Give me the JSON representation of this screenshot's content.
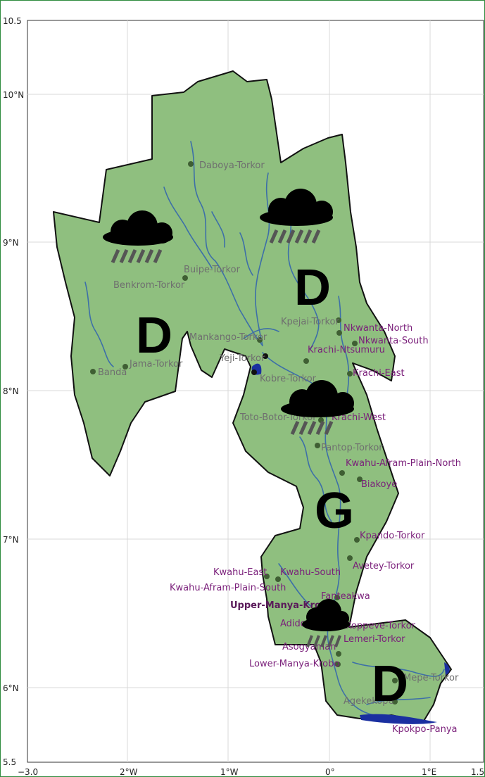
{
  "map": {
    "y_ticks": [
      "10.5",
      "10°N",
      "9°N",
      "8°N",
      "7°N",
      "6°N",
      "5.5"
    ],
    "x_ticks": [
      "−3.0",
      "2°W",
      "1°W",
      "0°",
      "1°E",
      "1.5"
    ],
    "zone_labels": [
      "D",
      "D",
      "G",
      "D"
    ],
    "places": [
      {
        "name": "Daboya-Torkor",
        "style": "gray"
      },
      {
        "name": "Buipe-Torkor",
        "style": "gray"
      },
      {
        "name": "Benkrom-Torkor",
        "style": "gray"
      },
      {
        "name": "Mankango-Torkor",
        "style": "gray"
      },
      {
        "name": "Yeji-Torkor",
        "style": "gray"
      },
      {
        "name": "Jama-Torkor",
        "style": "gray"
      },
      {
        "name": "Banda",
        "style": "gray"
      },
      {
        "name": "Kpejai-Torkor",
        "style": "gray"
      },
      {
        "name": "Nkwanta-North",
        "style": "purple"
      },
      {
        "name": "Nkwanta-South",
        "style": "purple"
      },
      {
        "name": "Krachi-Ntsumuru",
        "style": "purple"
      },
      {
        "name": "Krachi-East",
        "style": "purple"
      },
      {
        "name": "Kobre-Torkor",
        "style": "gray"
      },
      {
        "name": "Toto-Botor-Torkor",
        "style": "gray"
      },
      {
        "name": "Krachi-West",
        "style": "purple"
      },
      {
        "name": "Pantop-Torkor",
        "style": "gray"
      },
      {
        "name": "Kwahu-Afram-Plain-North",
        "style": "purple"
      },
      {
        "name": "Biakoye",
        "style": "purple"
      },
      {
        "name": "Kpando-Torkor",
        "style": "purple"
      },
      {
        "name": "Avetey-Torkor",
        "style": "purple"
      },
      {
        "name": "Kwahu-East",
        "style": "purple"
      },
      {
        "name": "Kwahu-South",
        "style": "purple"
      },
      {
        "name": "Kwahu-Afram-Plain-South",
        "style": "purple"
      },
      {
        "name": "Fanteakwa",
        "style": "purple"
      },
      {
        "name": "Upper-Manya-Krobo",
        "style": "dark"
      },
      {
        "name": "Adido",
        "style": "purple"
      },
      {
        "name": "Koppeve-Torkor",
        "style": "purple"
      },
      {
        "name": "Asogyaman",
        "style": "purple"
      },
      {
        "name": "Lemeri-Torkor",
        "style": "purple"
      },
      {
        "name": "Lower-Manya-Krobo",
        "style": "purple"
      },
      {
        "name": "Mepe-Torkor",
        "style": "gray"
      },
      {
        "name": "Agekekope",
        "style": "gray"
      },
      {
        "name": "Kpokpo-Panya",
        "style": "purple"
      }
    ],
    "icons": [
      "rain-cloud-icon",
      "rain-cloud-icon",
      "rain-cloud-icon",
      "rain-cloud-icon"
    ],
    "colors": {
      "land": "#8fbf7f",
      "river": "#3d6fa8",
      "boundary": "#111111",
      "lake": "#1a2fa0",
      "grid": "#d9d9d9",
      "marker": "#3f5f33",
      "cloud": "#000000",
      "frame": "#2e8b3d"
    }
  }
}
